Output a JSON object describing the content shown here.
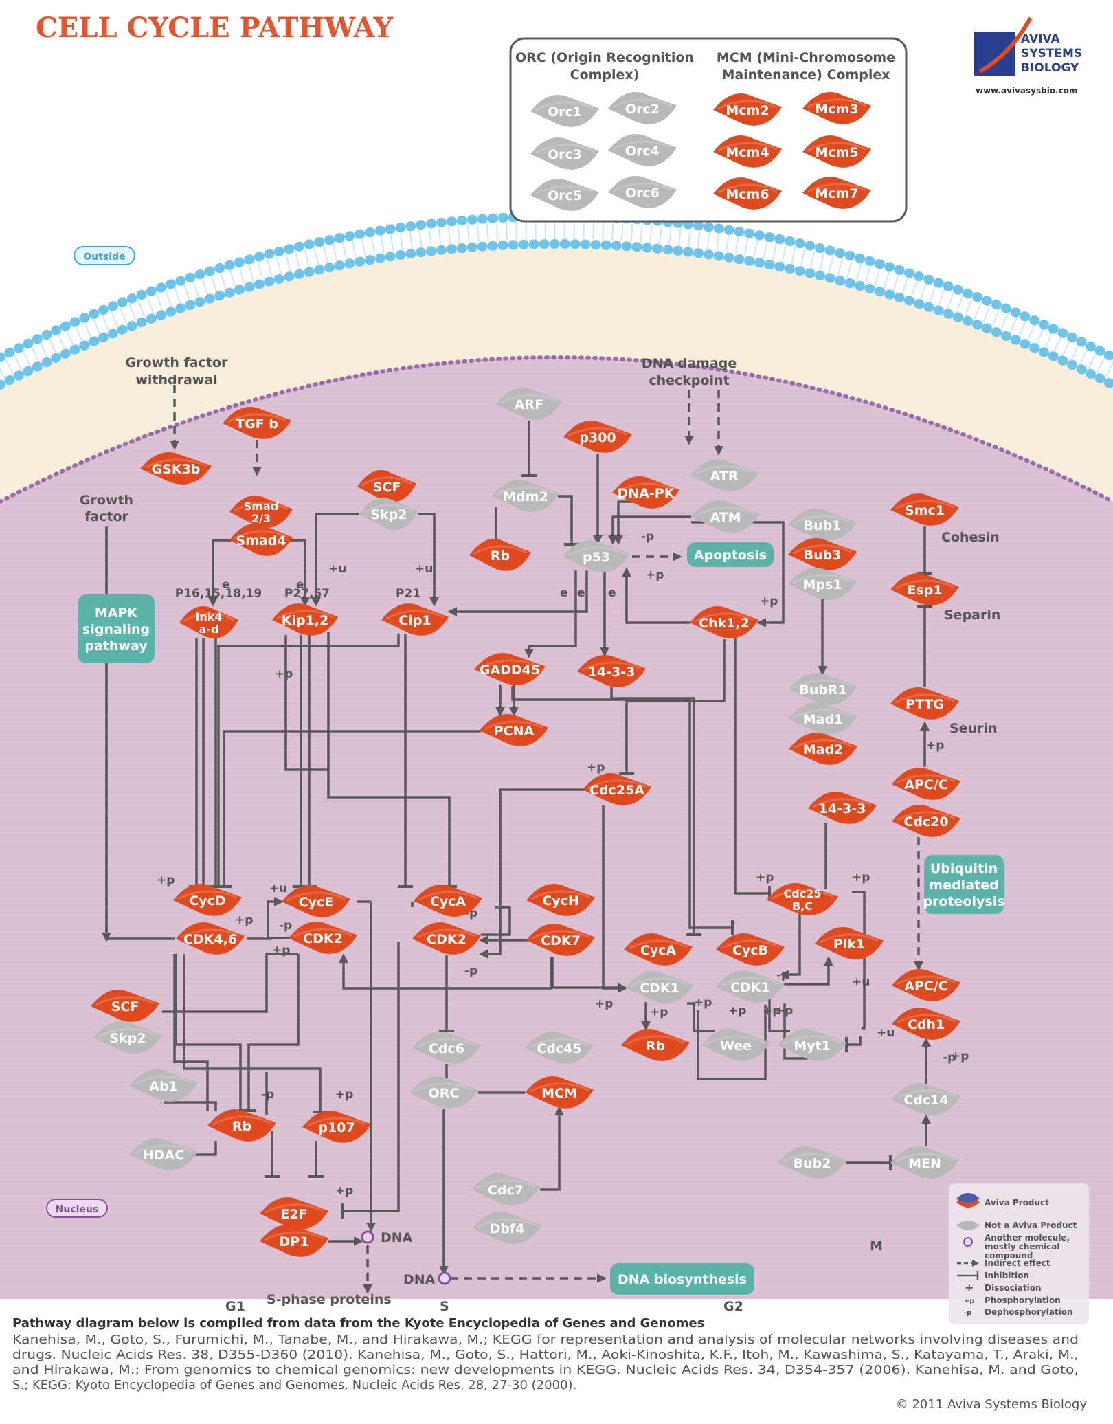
{
  "title": "CELL CYCLE PATHWAY",
  "brand": {
    "line1": "AVIVA",
    "line2": "SYSTEMS",
    "line3": "BIOLOGY",
    "website": "www.avivasysbio.com"
  },
  "regions": {
    "outside": "Outside",
    "nucleus": "Nucleus"
  },
  "complex_box": {
    "orc_title_1": "ORC (Origin Recognition",
    "orc_title_2": "Complex)",
    "mcm_title_1": "MCM (Mini-Chromosome",
    "mcm_title_2": "Maintenance) Complex"
  },
  "nodes": [
    {
      "id": "orc1",
      "label": "Orc1",
      "kind": "grey"
    },
    {
      "id": "orc2",
      "label": "Orc2",
      "kind": "grey"
    },
    {
      "id": "orc3",
      "label": "Orc3",
      "kind": "grey"
    },
    {
      "id": "orc4",
      "label": "Orc4",
      "kind": "grey"
    },
    {
      "id": "orc5",
      "label": "Orc5",
      "kind": "grey"
    },
    {
      "id": "orc6",
      "label": "Orc6",
      "kind": "grey"
    },
    {
      "id": "mcm2",
      "label": "Mcm2",
      "kind": "red"
    },
    {
      "id": "mcm3",
      "label": "Mcm3",
      "kind": "red"
    },
    {
      "id": "mcm4",
      "label": "Mcm4",
      "kind": "red"
    },
    {
      "id": "mcm5",
      "label": "Mcm5",
      "kind": "red"
    },
    {
      "id": "mcm6",
      "label": "Mcm6",
      "kind": "red"
    },
    {
      "id": "mcm7",
      "label": "Mcm7",
      "kind": "red"
    },
    {
      "id": "gsk3b",
      "label": "GSK3b",
      "kind": "red"
    },
    {
      "id": "tgfb",
      "label": "TGF b",
      "kind": "red"
    },
    {
      "id": "smad23",
      "label": "Smad 2/3",
      "kind": "red"
    },
    {
      "id": "smad4",
      "label": "Smad4",
      "kind": "red"
    },
    {
      "id": "scf1",
      "label": "SCF",
      "kind": "red"
    },
    {
      "id": "skp2a",
      "label": "Skp2",
      "kind": "grey"
    },
    {
      "id": "arf",
      "label": "ARF",
      "kind": "grey"
    },
    {
      "id": "p300",
      "label": "p300",
      "kind": "red"
    },
    {
      "id": "dnapk",
      "label": "DNA-PK",
      "kind": "red"
    },
    {
      "id": "mdm2",
      "label": "Mdm2",
      "kind": "grey"
    },
    {
      "id": "rb1",
      "label": "Rb",
      "kind": "red"
    },
    {
      "id": "p53",
      "label": "p53",
      "kind": "grey"
    },
    {
      "id": "atr",
      "label": "ATR",
      "kind": "grey"
    },
    {
      "id": "atm",
      "label": "ATM",
      "kind": "grey"
    },
    {
      "id": "bub1",
      "label": "Bub1",
      "kind": "grey"
    },
    {
      "id": "bub3",
      "label": "Bub3",
      "kind": "red"
    },
    {
      "id": "mps1",
      "label": "Mps1",
      "kind": "grey"
    },
    {
      "id": "smc1",
      "label": "Smc1",
      "kind": "red"
    },
    {
      "id": "esp1",
      "label": "Esp1",
      "kind": "red"
    },
    {
      "id": "ink4",
      "label": "Ink4 a-d",
      "kind": "red"
    },
    {
      "id": "kip12",
      "label": "Kip1,2",
      "kind": "red"
    },
    {
      "id": "cip1",
      "label": "Cip1",
      "kind": "red"
    },
    {
      "id": "chk12",
      "label": "Chk1,2",
      "kind": "red"
    },
    {
      "id": "gadd45",
      "label": "GADD45",
      "kind": "red"
    },
    {
      "id": "x1433a",
      "label": "14-3-3",
      "kind": "red"
    },
    {
      "id": "bubr1",
      "label": "BubR1",
      "kind": "grey"
    },
    {
      "id": "mad1",
      "label": "Mad1",
      "kind": "grey"
    },
    {
      "id": "mad2",
      "label": "Mad2",
      "kind": "red"
    },
    {
      "id": "pttg",
      "label": "PTTG",
      "kind": "red"
    },
    {
      "id": "pcna",
      "label": "PCNA",
      "kind": "red"
    },
    {
      "id": "cdc25a",
      "label": "Cdc25A",
      "kind": "red"
    },
    {
      "id": "apcc1",
      "label": "APC/C",
      "kind": "red"
    },
    {
      "id": "cdc20",
      "label": "Cdc20",
      "kind": "red"
    },
    {
      "id": "x1433b",
      "label": "14-3-3",
      "kind": "red"
    },
    {
      "id": "cdc25bc",
      "label": "Cdc25 B,C",
      "kind": "red"
    },
    {
      "id": "cycd",
      "label": "CycD",
      "kind": "red"
    },
    {
      "id": "cdk46",
      "label": "CDK4,6",
      "kind": "red"
    },
    {
      "id": "cyce",
      "label": "CycE",
      "kind": "red"
    },
    {
      "id": "cdk2a",
      "label": "CDK2",
      "kind": "red"
    },
    {
      "id": "cyca1",
      "label": "CycA",
      "kind": "red"
    },
    {
      "id": "cdk2b",
      "label": "CDK2",
      "kind": "red"
    },
    {
      "id": "cych",
      "label": "CycH",
      "kind": "red"
    },
    {
      "id": "cdk7",
      "label": "CDK7",
      "kind": "red"
    },
    {
      "id": "cyca2",
      "label": "CycA",
      "kind": "red"
    },
    {
      "id": "cdk1a",
      "label": "CDK1",
      "kind": "grey"
    },
    {
      "id": "cycb",
      "label": "CycB",
      "kind": "red"
    },
    {
      "id": "cdk1b",
      "label": "CDK1",
      "kind": "grey"
    },
    {
      "id": "plk1",
      "label": "Plk1",
      "kind": "red"
    },
    {
      "id": "apcc2",
      "label": "APC/C",
      "kind": "red"
    },
    {
      "id": "cdh1",
      "label": "Cdh1",
      "kind": "red"
    },
    {
      "id": "scf2",
      "label": "SCF",
      "kind": "red"
    },
    {
      "id": "skp2b",
      "label": "Skp2",
      "kind": "grey"
    },
    {
      "id": "rb2",
      "label": "Rb",
      "kind": "red"
    },
    {
      "id": "wee",
      "label": "Wee",
      "kind": "grey"
    },
    {
      "id": "myt1",
      "label": "Myt1",
      "kind": "grey"
    },
    {
      "id": "cdc6",
      "label": "Cdc6",
      "kind": "grey"
    },
    {
      "id": "cdc45",
      "label": "Cdc45",
      "kind": "grey"
    },
    {
      "id": "orc",
      "label": "ORC",
      "kind": "grey"
    },
    {
      "id": "mcm",
      "label": "MCM",
      "kind": "red"
    },
    {
      "id": "ab1",
      "label": "Ab1",
      "kind": "grey"
    },
    {
      "id": "rb3",
      "label": "Rb",
      "kind": "red"
    },
    {
      "id": "p107",
      "label": "p107",
      "kind": "red"
    },
    {
      "id": "hdac",
      "label": "HDAC",
      "kind": "grey"
    },
    {
      "id": "cdc14",
      "label": "Cdc14",
      "kind": "grey"
    },
    {
      "id": "bub2",
      "label": "Bub2",
      "kind": "grey"
    },
    {
      "id": "men",
      "label": "MEN",
      "kind": "grey"
    },
    {
      "id": "cdc7",
      "label": "Cdc7",
      "kind": "grey"
    },
    {
      "id": "dbf4",
      "label": "Dbf4",
      "kind": "grey"
    },
    {
      "id": "e2f",
      "label": "E2F",
      "kind": "red"
    },
    {
      "id": "dp1",
      "label": "DP1",
      "kind": "red"
    }
  ],
  "boxes": [
    {
      "id": "mapk",
      "lines": [
        "MAPK",
        "signaling",
        "pathway"
      ]
    },
    {
      "id": "apoptosis",
      "lines": [
        "Apoptosis"
      ]
    },
    {
      "id": "ubiquitin",
      "lines": [
        "Ubiquitin",
        "mediated",
        "proteolysis"
      ]
    },
    {
      "id": "dnabio",
      "lines": [
        "DNA biosynthesis"
      ]
    }
  ],
  "labels": {
    "gf_withdrawal_1": "Growth factor",
    "gf_withdrawal_2": "withdrawal",
    "dna_damage_1": "DNA damage",
    "dna_damage_2": "checkpoint",
    "growth_factor_1": "Growth",
    "growth_factor_2": "factor",
    "p16": "P16,15,18,19",
    "p27": "P27,57",
    "p21": "P21",
    "cohesin": "Cohesin",
    "separin": "Separin",
    "seurin": "Seurin",
    "dna1": "DNA",
    "dna2": "DNA",
    "sphase": "S-phase proteins",
    "g1": "G1",
    "s": "S",
    "g2": "G2",
    "m": "M"
  },
  "edge_tags": [
    "e",
    "e",
    "+u",
    "+u",
    "e",
    "e",
    "e",
    "-p",
    "+p",
    "+p",
    "+p",
    "+p",
    "-p",
    "+u",
    "+p",
    "-p",
    "+p",
    "+p",
    "-p",
    "+p",
    "+p",
    "+p",
    "+p",
    "+p",
    "+p",
    "+u",
    "-p",
    "+u",
    "+p",
    "+p",
    "+p",
    "-p",
    "+p",
    "+p",
    "+p",
    "-p"
  ],
  "legend": {
    "aviva": "Aviva Product",
    "not_aviva": "Not a Aviva Product",
    "other_1": "Another molecule,",
    "other_2": "mostly chemical",
    "other_3": "compound",
    "indirect": "Indirect effect",
    "inhibition": "Inhibition",
    "dissociation": "Dissociation",
    "phos": "Phosphorylation",
    "dephos": "Dephosphorylation",
    "plus": "+",
    "pp": "+p",
    "mp": "-p"
  },
  "footer": {
    "heading": "Pathway diagram below is compiled from data from the Kyote Encyclopedia of Genes and Genomes",
    "lines": [
      "Kanehisa, M., Goto, S., Furumichi, M., Tanabe, M., and Hirakawa, M.; KEGG for representation and analysis of molecular networks involving diseases and",
      "drugs. Nucleic Acids Res. 38, D355-D360 (2010). Kanehisa, M., Goto, S., Hattori, M., Aoki-Kinoshita, K.F., Itoh, M., Kawashima, S., Katayama, T., Araki, M.,",
      "and Hirakawa, M.; From genomics to chemical genomics: new developments in KEGG. Nucleic Acids Res. 34, D354-357 (2006).  Kanehisa, M. and Goto,",
      "S.; KEGG: Kyoto Encyclopedia of Genes and Genomes. Nucleic Acids Res. 28, 27-30 (2000)."
    ],
    "copyright": "© 2011 Aviva Systems Biology"
  },
  "colors": {
    "red": "#e04a1f",
    "grey": "#b9b9bb",
    "box": "#5bb3aa",
    "nucleus": "#dcc2d4",
    "membrane": "#f7eedb",
    "lipid": "#6ec3ea",
    "title": "#e4572e"
  }
}
